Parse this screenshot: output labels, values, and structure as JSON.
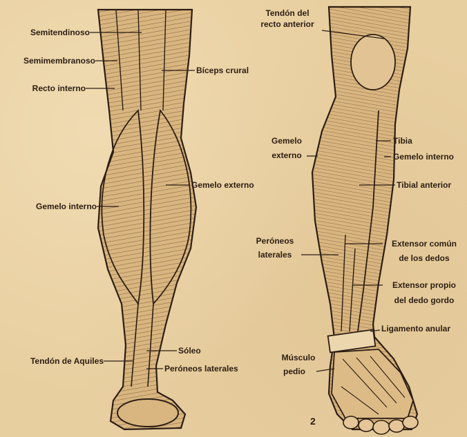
{
  "left_labels": {
    "semitendinoso": "Semitendinoso",
    "semimembranoso": "Semimembranoso",
    "recto_interno": "Recto interno",
    "biceps_crural": "Bíceps crural",
    "gemelo_externo": "Gemelo externo",
    "gemelo_interno": "Gemelo interno",
    "soleo": "Sóleo",
    "tendon_aquiles": "Tendón de Aquiles",
    "peroneos_laterales": "Peróneos laterales"
  },
  "right_labels": {
    "tendon_recto_1": "Tendón del",
    "tendon_recto_2": "recto anterior",
    "gemelo_externo_1": "Gemelo",
    "gemelo_externo_2": "externo",
    "tibia": "Tibia",
    "gemelo_interno": "Gemelo interno",
    "tibial_anterior": "Tibial anterior",
    "peroneos_1": "Peróneos",
    "peroneos_2": "laterales",
    "extensor_comun_1": "Extensor común",
    "extensor_comun_2": "de los dedos",
    "extensor_propio_1": "Extensor propio",
    "extensor_propio_2": "del dedo gordo",
    "ligamento_anular": "Ligamento anular",
    "musculo_pedio_1": "Músculo",
    "musculo_pedio_2": "pedio"
  },
  "page_number": "2"
}
